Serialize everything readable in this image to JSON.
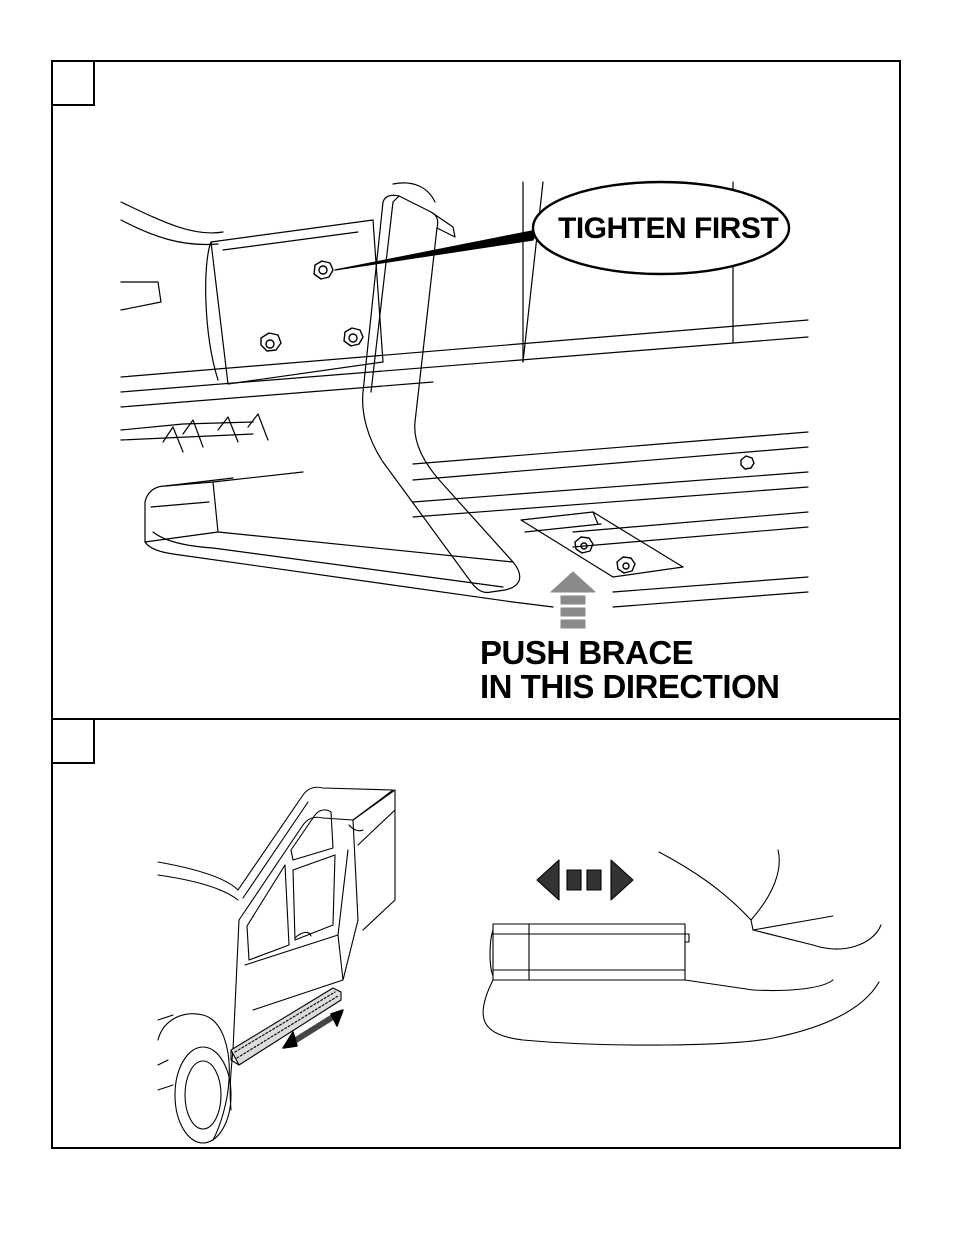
{
  "steps": {
    "top": {
      "step_number": "",
      "callout": "TIGHTEN FIRST",
      "instruction_line1": "PUSH BRACE",
      "instruction_line2": "IN THIS DIRECTION"
    },
    "bottom": {
      "step_number": ""
    }
  },
  "icons": [
    "push-arrow-icon",
    "double-arrow-icon"
  ],
  "colors": {
    "line": "#000000",
    "arrow_gray": "#8a8a8a",
    "background": "#ffffff"
  }
}
